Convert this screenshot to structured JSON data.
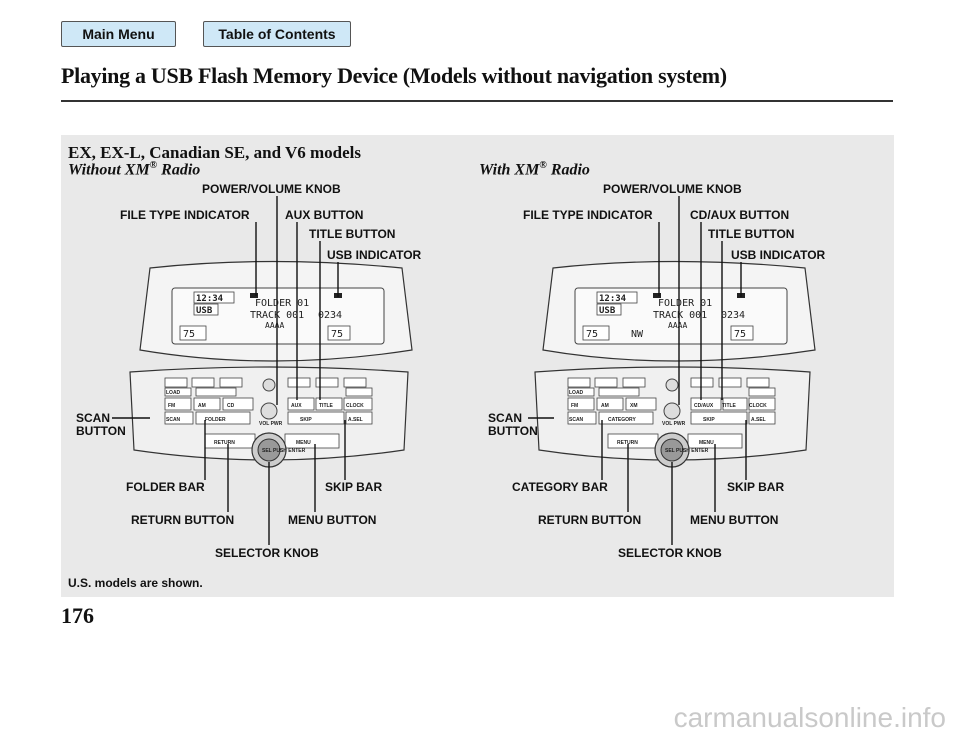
{
  "nav": {
    "main_menu": "Main Menu",
    "table_of_contents": "Table of Contents"
  },
  "page_title": "Playing a USB Flash Memory Device (Models without navigation system)",
  "models_heading": "EX, EX-L, Canadian SE, and V6 models",
  "left": {
    "subheading": "Without XM",
    "subheading_sup": "®",
    "subheading_tail": " Radio",
    "labels": {
      "power_volume": "POWER/VOLUME KNOB",
      "file_type": "FILE TYPE INDICATOR",
      "aux": "AUX BUTTON",
      "title": "TITLE BUTTON",
      "usb": "USB INDICATOR",
      "scan_1": "SCAN",
      "scan_2": "BUTTON",
      "folder_bar": "FOLDER BAR",
      "skip_bar": "SKIP BAR",
      "return": "RETURN BUTTON",
      "menu": "MENU BUTTON",
      "selector": "SELECTOR KNOB"
    },
    "display": {
      "clock": "12:34",
      "source": "USB",
      "line1": "FOLDER 01",
      "line2": "TRACK 001",
      "time": "0234",
      "line3": "AAAA",
      "temp_l": "75",
      "temp_r": "75"
    },
    "buttons": [
      "LOAD",
      "FM",
      "AM",
      "CD",
      "AUX",
      "TITLE",
      "CLOCK",
      "SCAN",
      "FOLDER",
      "SKIP",
      "A.SEL",
      "RETURN",
      "MENU",
      "VOL PWR",
      "SEL PUSH ENTER"
    ]
  },
  "right": {
    "subheading": "With XM",
    "subheading_sup": "®",
    "subheading_tail": " Radio",
    "labels": {
      "power_volume": "POWER/VOLUME KNOB",
      "file_type": "FILE TYPE INDICATOR",
      "cd_aux": "CD/AUX BUTTON",
      "title": "TITLE BUTTON",
      "usb": "USB INDICATOR",
      "scan_1": "SCAN",
      "scan_2": "BUTTON",
      "category_bar": "CATEGORY BAR",
      "skip_bar": "SKIP BAR",
      "return": "RETURN BUTTON",
      "menu": "MENU BUTTON",
      "selector": "SELECTOR KNOB"
    },
    "display": {
      "clock": "12:34",
      "source": "USB",
      "line1": "FOLDER 01",
      "line2": "TRACK 001",
      "time": "0234",
      "line3": "AAAA",
      "temp_l": "75",
      "temp_r": "75",
      "extra": "NW"
    },
    "buttons": [
      "LOAD",
      "FM",
      "AM",
      "XM",
      "CD/AUX",
      "TITLE",
      "CLOCK",
      "SCAN",
      "CATEGORY",
      "SKIP",
      "A.SEL",
      "RETURN",
      "MENU",
      "VOL PWR",
      "SEL PUSH ENTER"
    ]
  },
  "note": "U.S. models are shown.",
  "page_number": "176",
  "watermark": "carmanualsonline.info"
}
